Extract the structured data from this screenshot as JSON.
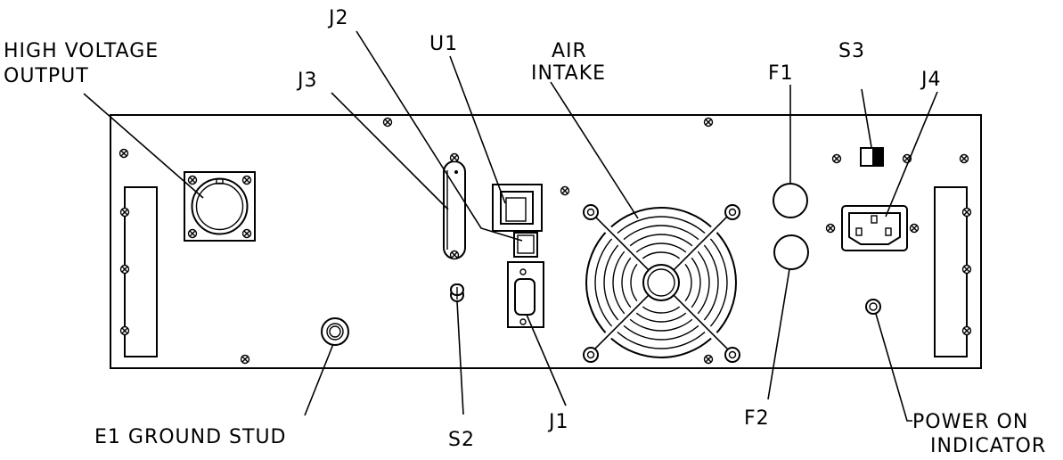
{
  "labels": {
    "high_voltage_output_1": "HIGH VOLTAGE",
    "high_voltage_output_2": "OUTPUT",
    "j3": "J3",
    "j2": "J2",
    "u1": "U1",
    "air_intake_1": "AIR",
    "air_intake_2": "INTAKE",
    "f1": "F1",
    "s3": "S3",
    "j4": "J4",
    "e1_ground_stud": "E1 GROUND STUD",
    "s2": "S2",
    "j1": "J1",
    "f2": "F2",
    "power_on_indicator_1": "POWER ON",
    "power_on_indicator_2": "INDICATOR"
  }
}
